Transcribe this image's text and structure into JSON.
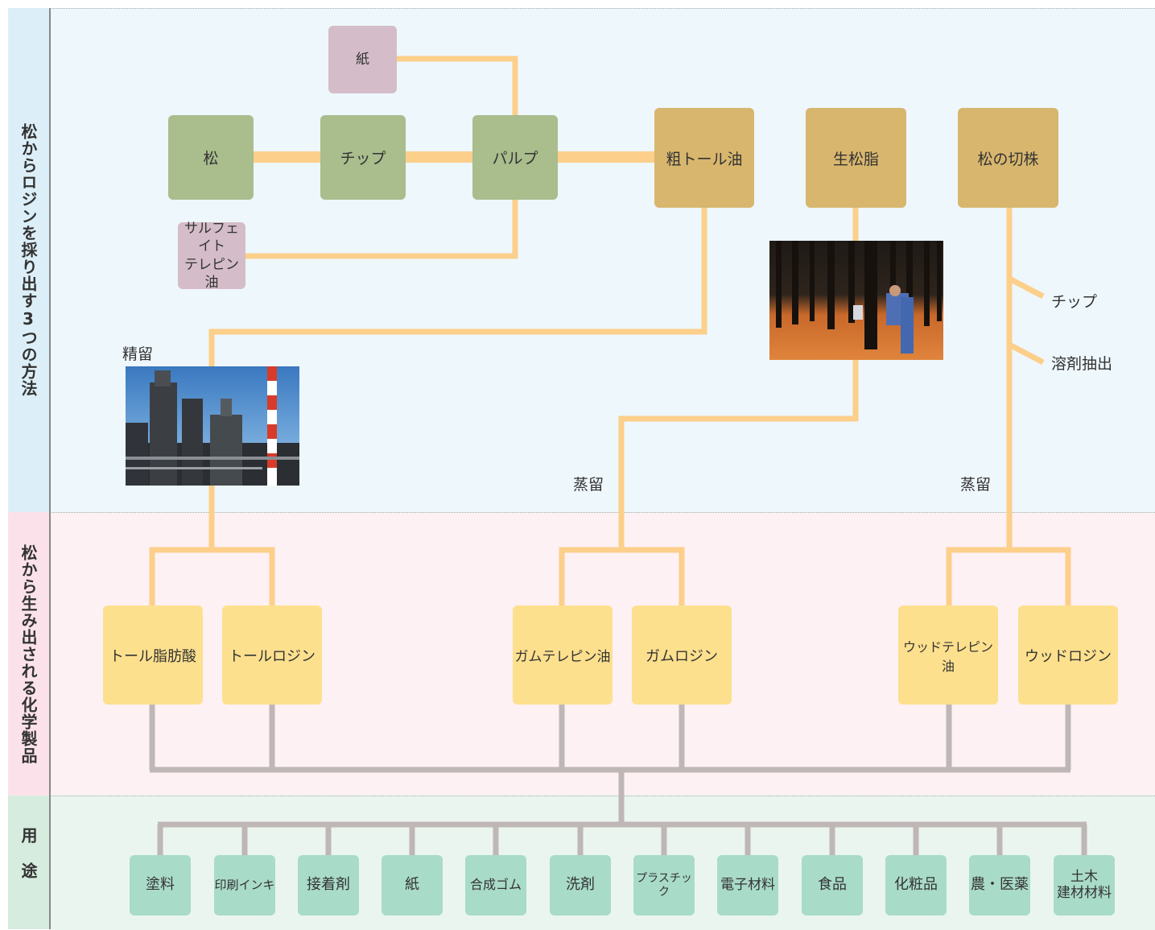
{
  "sections": {
    "top": "松からロジンを採り出す3つの方法",
    "middle": "松から生み出される化学製品",
    "bottom": "用途"
  },
  "sources": {
    "paper": "紙",
    "pine": "松",
    "chip": "チップ",
    "pulp": "パルプ",
    "sulfite_turpentine": "サルフェイト\nテレピン油",
    "crude_tall_oil": "粗トール油",
    "raw_resin": "生松脂",
    "pine_stump": "松の切株"
  },
  "processes": {
    "refining": "精留",
    "distill_gum": "蒸留",
    "distill_wood": "蒸留",
    "chip": "チップ",
    "solvent_extraction": "溶剤抽出"
  },
  "products": [
    "トール脂肪酸",
    "トールロジン",
    "ガムテレピン油",
    "ガムロジン",
    "ウッドテレピン油",
    "ウッドロジン"
  ],
  "uses": [
    "塗料",
    "印刷インキ",
    "接着剤",
    "紙",
    "合成ゴム",
    "洗剤",
    "プラスチック",
    "電子材料",
    "食品",
    "化粧品",
    "農・医薬",
    "土木\n建材材料"
  ],
  "colors": {
    "flow_line": "#fccf8a",
    "use_line": "#bfb6b6",
    "green_box": "#a9bd8d",
    "mauve_box": "#d4bdc8",
    "gold_box": "#d8b66e",
    "yellow_box": "#fde08e",
    "mint_box": "#a9dbc9"
  },
  "photos": [
    "refinery-photo",
    "pine-forest-tapping-photo"
  ]
}
